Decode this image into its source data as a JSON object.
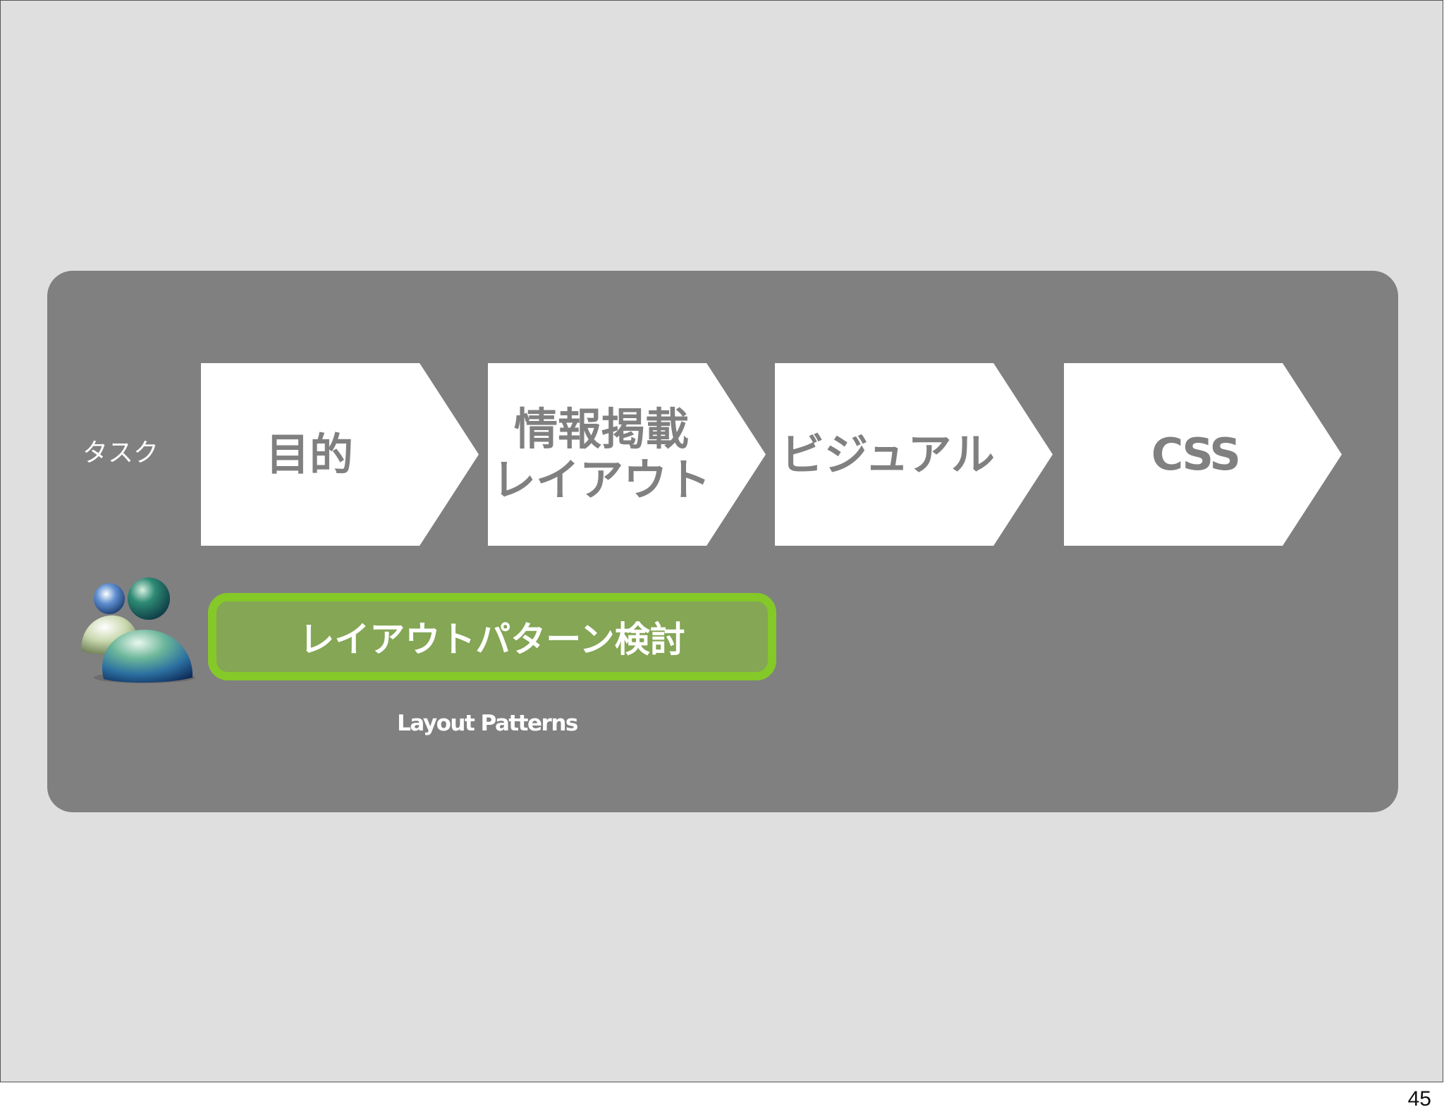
{
  "task_label": "タスク",
  "steps": [
    {
      "label": "目的"
    },
    {
      "label": "情報掲載\nレイアウト"
    },
    {
      "label": "ビジュアル"
    },
    {
      "label": "CSS"
    }
  ],
  "task": {
    "label": "レイアウトパターン検討",
    "caption": "Layout Patterns",
    "icon": "users-icon"
  },
  "page_number": "45",
  "colors": {
    "slide_background": "#e0dfdf",
    "panel": "#808080",
    "arrow_fill": "#ffffff",
    "arrow_text": "#808080",
    "task_box_border": "#84c928",
    "task_box_fill": "#84a655"
  }
}
